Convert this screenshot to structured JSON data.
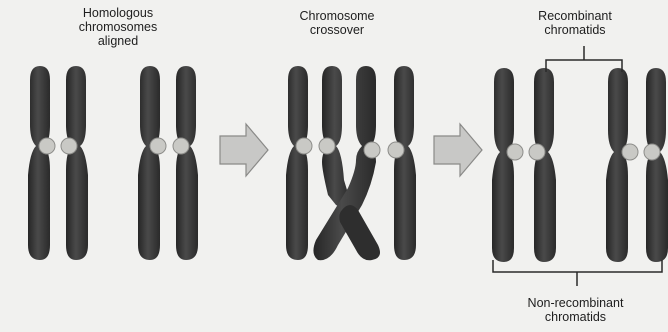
{
  "labels": {
    "homologous": [
      "Homologous",
      "chromosomes",
      "aligned"
    ],
    "crossover": [
      "Chromosome",
      "crossover"
    ],
    "recombinant": [
      "Recombinant",
      "chromatids"
    ],
    "non_recombinant": [
      "Non-recombinant",
      "chromatids"
    ]
  },
  "colors": {
    "chromatid": "#3a3a3a",
    "chromatid_dark": "#232323",
    "centromere": "#c9c9c5",
    "arrow_fill": "#c8c8c6",
    "arrow_stroke": "#8a8a88",
    "background": "#f1f1ef"
  },
  "icons": [
    "chromosome-icon",
    "right-arrow-icon"
  ]
}
